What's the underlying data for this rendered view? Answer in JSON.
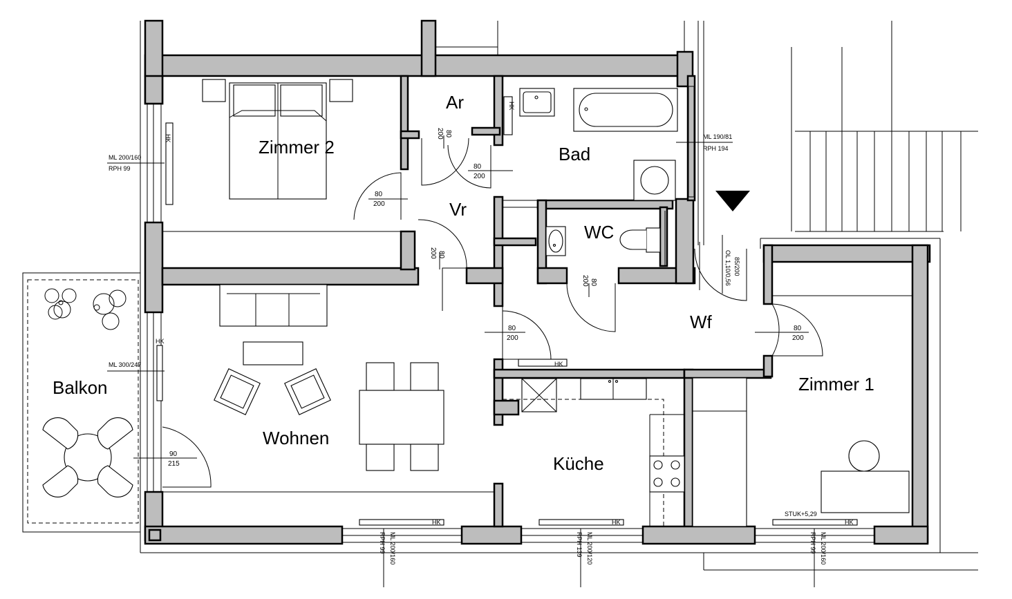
{
  "rooms": {
    "zimmer2": "Zimmer 2",
    "ar": "Ar",
    "bad": "Bad",
    "vr": "Vr",
    "wc": "WC",
    "wf": "Wf",
    "balkon": "Balkon",
    "wohnen": "Wohnen",
    "kueche": "Küche",
    "zimmer1": "Zimmer 1"
  },
  "doors": {
    "ar": [
      "80",
      "200"
    ],
    "bad": [
      "80",
      "200"
    ],
    "zimmer2": [
      "80",
      "200"
    ],
    "vr_wohnen": [
      "80",
      "200"
    ],
    "wc": [
      "80",
      "200"
    ],
    "kueche": [
      "80",
      "200"
    ],
    "zimmer1": [
      "80",
      "200"
    ],
    "balkon": [
      "90",
      "215"
    ],
    "entrance": [
      "85/200",
      "OL 1,10/0,56"
    ]
  },
  "windows": {
    "zimmer2": [
      "ML 200/160",
      "RPH 99"
    ],
    "wohnen": [
      "ML 300/247"
    ],
    "bad": [
      "ML 190/81",
      "RPH 194"
    ],
    "south_wohnen": [
      "ML 200/160",
      "RPH 99"
    ],
    "south_kueche": [
      "ML 200/120",
      "RPH 139"
    ],
    "south_zimmer1": [
      "ML 200/160",
      "RPH 99"
    ]
  },
  "radiators": {
    "label": "HK"
  },
  "annotations": {
    "stuk": "STUK+5,29"
  }
}
